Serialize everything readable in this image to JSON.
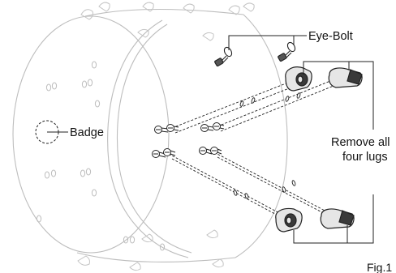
{
  "diagram": {
    "labels": {
      "eye_bolt": "Eye-Bolt",
      "badge": "Badge",
      "remove_line1": "Remove all",
      "remove_line2": "four lugs",
      "figure": "Fig.1"
    },
    "colors": {
      "shell": "#bdbdbd",
      "ink": "#222222",
      "lug_fill": "#e6e6e6",
      "lug_dark": "#3a3a3a"
    },
    "icons": [
      "eye-bolt-icon",
      "lug-icon",
      "screw-icon",
      "washer-icon",
      "vent-hole-icon"
    ]
  }
}
